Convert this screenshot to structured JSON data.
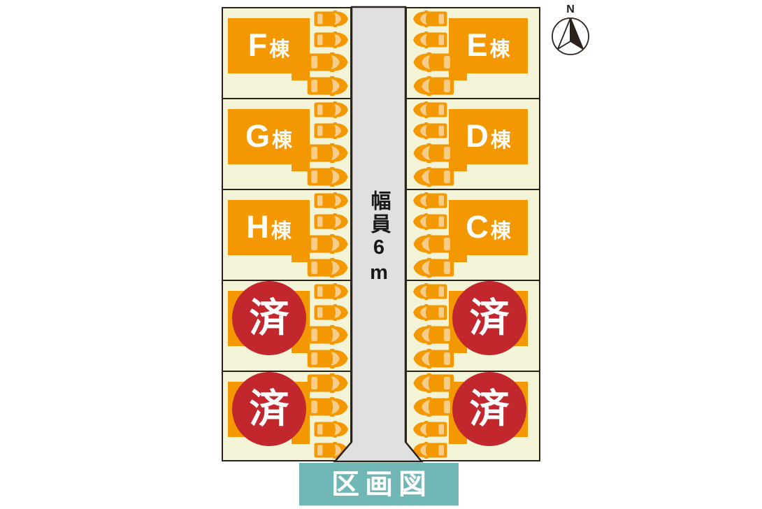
{
  "legend": {
    "title": "区画図"
  },
  "road": {
    "width_label": "幅員6m"
  },
  "compass": {
    "north_label": "N"
  },
  "colors": {
    "building_orange": "#f39800",
    "car_window_light": "#f8cd8a",
    "lot_background": "#f3f3d7",
    "road_gray": "#e0e0e0",
    "outline_dark": "#2b221d",
    "sold_red": "#c1272d",
    "legend_teal": "#6fb6b5",
    "label_white": "#ffffff"
  },
  "lots": {
    "left": [
      {
        "name": "F棟",
        "letter": "F",
        "suffix": "棟",
        "status": "available",
        "cars": [
          "small",
          "small",
          "large",
          "large"
        ]
      },
      {
        "name": "G棟",
        "letter": "G",
        "suffix": "棟",
        "status": "available",
        "cars": [
          "small",
          "small",
          "large",
          "large"
        ]
      },
      {
        "name": "H棟",
        "letter": "H",
        "suffix": "棟",
        "status": "available",
        "cars": [
          "small",
          "small",
          "large",
          "large"
        ]
      },
      {
        "name": "済",
        "status": "sold",
        "sold_label": "済",
        "cars": [
          "small",
          "small",
          "large",
          "large"
        ]
      },
      {
        "name": "済",
        "status": "sold",
        "sold_label": "済",
        "cars": [
          "large",
          "large",
          "small",
          "small"
        ]
      }
    ],
    "right": [
      {
        "name": "E棟",
        "letter": "E",
        "suffix": "棟",
        "status": "available",
        "cars": [
          "small",
          "small",
          "large",
          "large"
        ]
      },
      {
        "name": "D棟",
        "letter": "D",
        "suffix": "棟",
        "status": "available",
        "cars": [
          "small",
          "small",
          "large",
          "large"
        ]
      },
      {
        "name": "C棟",
        "letter": "C",
        "suffix": "棟",
        "status": "available",
        "cars": [
          "small",
          "small",
          "large",
          "large"
        ]
      },
      {
        "name": "済",
        "status": "sold",
        "sold_label": "済",
        "cars": [
          "small",
          "small",
          "large",
          "large"
        ]
      },
      {
        "name": "済",
        "status": "sold",
        "sold_label": "済",
        "cars": [
          "large",
          "large",
          "small",
          "small"
        ]
      }
    ]
  }
}
